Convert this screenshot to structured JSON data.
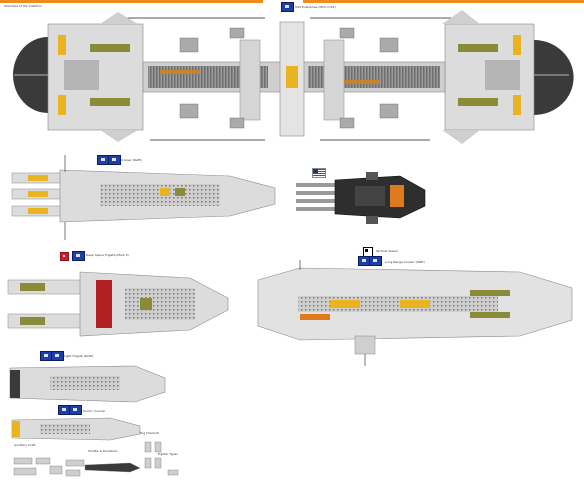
{
  "colors": {
    "accent_bar": "#f08a1e",
    "hull_light": "#dcdcdc",
    "hull_mid": "#b5b5b5",
    "hull_dark": "#3a3a3a",
    "panel_yellow": "#e9b322",
    "panel_olive": "#8a8a38",
    "panel_red": "#b02020",
    "flag_blue": "#1e3fa8"
  },
  "captions": {
    "sheet_title": "Starships of the Coalition",
    "ship1": "USS Enterprise (NCC-1701)",
    "ship2": "Cruiser (Refit)",
    "ship3": "Deep Space Frigate (Mark II)",
    "ship4": "Tactical Vessel",
    "ship5": "Long-Range Cruiser (Refit)",
    "ship6": "Light Frigate (Refit)",
    "ship7": "Scout / Courier",
    "misc1": "Auxiliary Craft",
    "misc2": "Shuttle & Runabout",
    "misc3": "Tug (Variant)",
    "misc4": "Fighter Types"
  }
}
